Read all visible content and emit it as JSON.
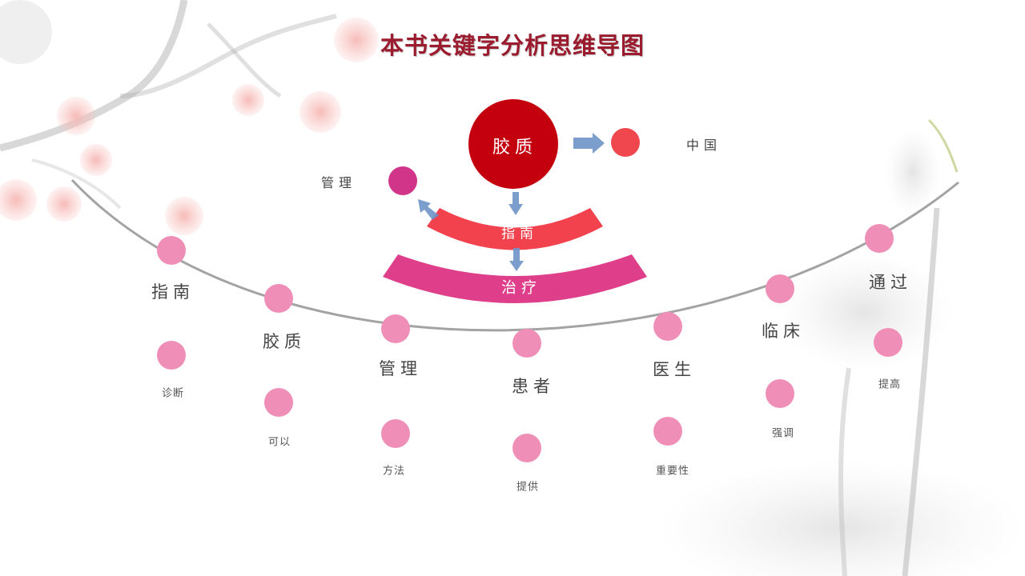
{
  "title": "本书关键字分析思维导图",
  "colors": {
    "title": "#9b1c2e",
    "dot": "#ef8fb8",
    "core": "#c4000f",
    "red_dot": "#f0474f",
    "magenta_dot": "#d1358a",
    "arc_top": "#f2424e",
    "arc_bottom": "#df3f8a",
    "curve": "#a3a3a3",
    "arrow": "#6d94c8"
  },
  "center": {
    "core_label": "胶质",
    "arc_top_label": "指南",
    "arc_bottom_label": "治疗",
    "right_label": "中国",
    "left_label": "管理"
  },
  "keywords": [
    {
      "main": "指南",
      "sub": "诊断"
    },
    {
      "main": "胶质",
      "sub": "可以"
    },
    {
      "main": "管理",
      "sub": "方法"
    },
    {
      "main": "患者",
      "sub": "提供"
    },
    {
      "main": "医生",
      "sub": "重要性"
    },
    {
      "main": "临床",
      "sub": "强调"
    },
    {
      "main": "通过",
      "sub": "提高"
    }
  ]
}
